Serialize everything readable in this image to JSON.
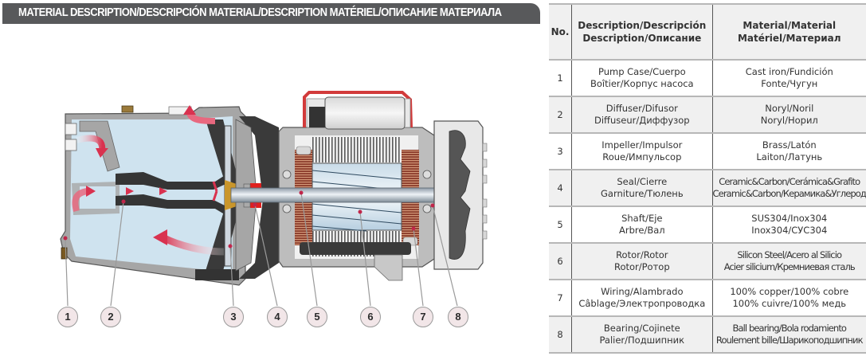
{
  "title": "MATERIAL DESCRIPTION/DESCRIPCIÓN MATERIAL/DESCRIPTION MATÉRIEL/ОПИСАНИЕ МАТЕРИАЛА",
  "diagram": {
    "subject": "Jet pump cross-section with numbered callouts",
    "callouts": [
      "1",
      "2",
      "3",
      "4",
      "5",
      "6",
      "7",
      "8"
    ],
    "colors": {
      "casing": "#a9a9a9",
      "water": "#cfe3ef",
      "dark_part": "#3b3b3b",
      "flow_arrow": "#d9324f",
      "handle": "#d23b3b",
      "brass": "#c9962b",
      "callout_fill": "#f2e6e8"
    }
  },
  "table": {
    "headers": {
      "no": "No.",
      "description": [
        "Description/Descripción",
        "Description/Описание"
      ],
      "material": [
        "Material/Material",
        "Matériel/Материал"
      ]
    },
    "rows": [
      {
        "no": "1",
        "description": [
          "Pump Case/Cuerpo",
          "Boîtier/Корпус насоса"
        ],
        "material": [
          "Cast iron/Fundición",
          "Fonte/Чугун"
        ]
      },
      {
        "no": "2",
        "description": [
          "Diffuser/Difusor",
          "Diffuseur/Диффузор"
        ],
        "material": [
          "Noryl/Noril",
          "Noryl/Норил"
        ]
      },
      {
        "no": "3",
        "description": [
          "Impeller/Impulsor",
          "Roue/Импульсор"
        ],
        "material": [
          "Brass/Latón",
          "Laiton/Латунь"
        ]
      },
      {
        "no": "4",
        "description": [
          "Seal/Cierre",
          "Garniture/Тюлень"
        ],
        "material": [
          "Ceramic&Carbon/Cerámica&Grafito",
          "Ceramic&Carbon/Керамика&Углерод"
        ]
      },
      {
        "no": "5",
        "description": [
          "Shaft/Eje",
          "Arbre/Вал"
        ],
        "material": [
          "SUS304/Inox304",
          "Inox304/СУС304"
        ]
      },
      {
        "no": "6",
        "description": [
          "Rotor/Rotor",
          "Rotor/Ротор"
        ],
        "material": [
          "Silicon Steel/Acero al Silicio",
          "Acier silicium/Кремниевая сталь"
        ]
      },
      {
        "no": "7",
        "description": [
          "Wiring/Alambrado",
          "Câblage/Электропроводка"
        ],
        "material": [
          "100% copper/100% cobre",
          "100% cuivre/100% медь"
        ]
      },
      {
        "no": "8",
        "description": [
          "Bearing/Cojinete",
          "Palier/Подшипник"
        ],
        "material": [
          "Ball bearing/Bola rodamiento",
          "Roulement bille/Шарикоподшипник"
        ]
      }
    ]
  }
}
